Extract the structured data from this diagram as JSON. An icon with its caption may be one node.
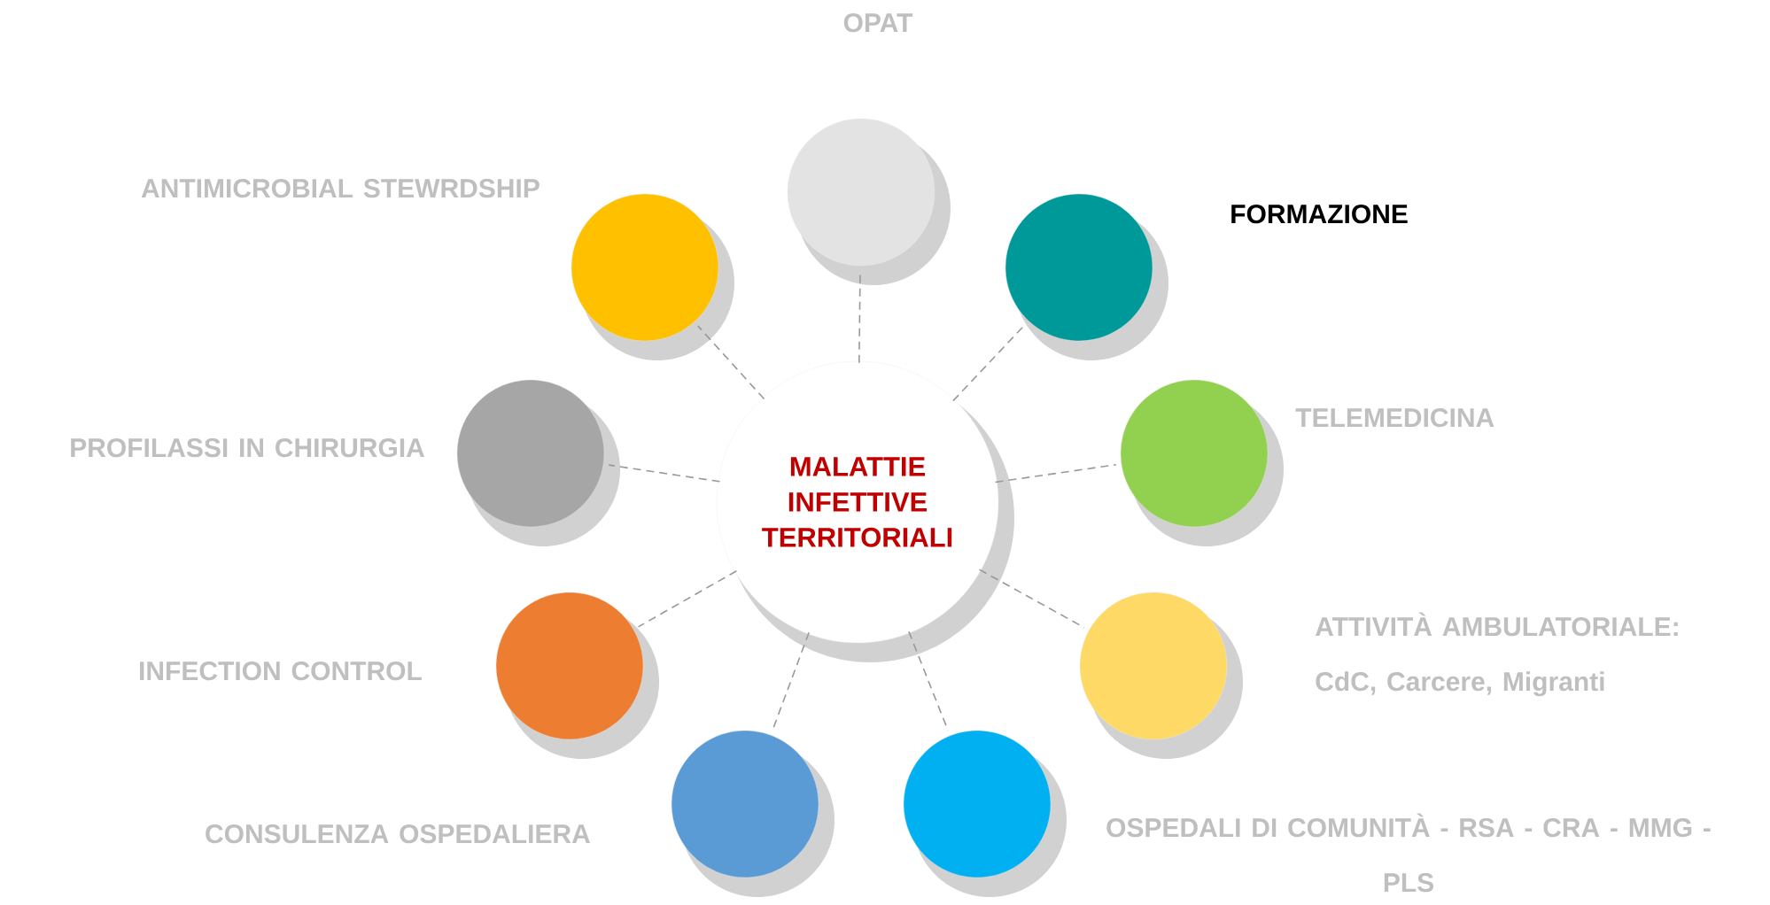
{
  "diagram": {
    "nodes": [
      {
        "text": [
          "MALATTIE INFETTIVE TERRITORIALI"
        ]
      },
      {
        "text": [],
        "shape": "circle",
        "beside": [
          "OPAT"
        ]
      },
      {
        "text": [],
        "shape": "circle",
        "beside": [
          "ANTIMICROBIAL STEWRDSHIP"
        ]
      },
      {
        "text": [],
        "shape": "circle",
        "beside": [
          "FORMAZIONE"
        ]
      },
      {
        "text": [],
        "shape": "circle",
        "beside": [
          "PROFILASSI IN CHIRURGIA"
        ]
      },
      {
        "text": [],
        "shape": "circle",
        "beside": [
          "TELEMEDICINA"
        ]
      },
      {
        "text": [],
        "shape": "circle",
        "beside": [
          "INFECTION CONTROL"
        ]
      },
      {
        "text": [],
        "shape": "circle",
        "beside": [
          "ATTIVITÀ AMBULATORIALE: CdC, Carcere, Migranti"
        ]
      },
      {
        "text": [],
        "shape": "circle",
        "beside": [
          "CONSULENZA OSPEDALIERA"
        ]
      },
      {
        "text": [],
        "shape": "circle",
        "beside": [
          "OSPEDALI DI COMUNITÀ - RSA - CRA - MMG - PLS"
        ]
      }
    ],
    "edges": [
      {
        "from": 0,
        "to": 1,
        "arrow": "none",
        "style": "dashed"
      },
      {
        "from": 0,
        "to": 2,
        "arrow": "none",
        "style": "dashed"
      },
      {
        "from": 0,
        "to": 3,
        "arrow": "none",
        "style": "dashed"
      },
      {
        "from": 0,
        "to": 4,
        "arrow": "none",
        "style": "dashed"
      },
      {
        "from": 0,
        "to": 5,
        "arrow": "none",
        "style": "dashed"
      },
      {
        "from": 0,
        "to": 6,
        "arrow": "none",
        "style": "dashed"
      },
      {
        "from": 0,
        "to": 7,
        "arrow": "none",
        "style": "dashed"
      },
      {
        "from": 0,
        "to": 8,
        "arrow": "none",
        "style": "dashed"
      },
      {
        "from": 0,
        "to": 9,
        "arrow": "none",
        "style": "dashed"
      }
    ]
  }
}
